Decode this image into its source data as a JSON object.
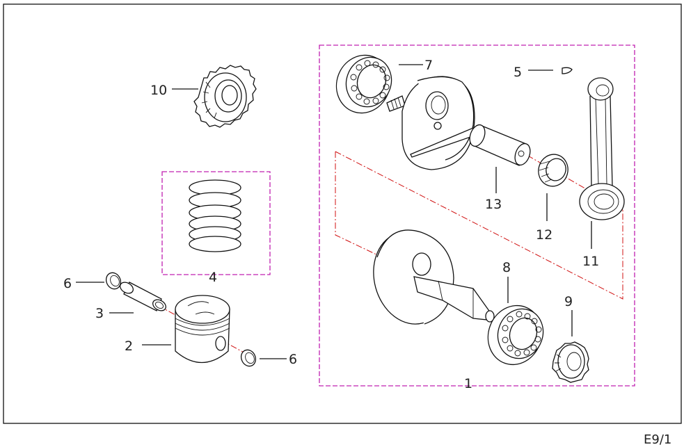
{
  "page_code": "E9/1",
  "labels": {
    "p1": "1",
    "p2": "2",
    "p3": "3",
    "p4": "4",
    "p5": "5",
    "p6a": "6",
    "p6b": "6",
    "p7": "7",
    "p8": "8",
    "p9": "9",
    "p10": "10",
    "p11": "11",
    "p12": "12",
    "p13": "13"
  },
  "colors": {
    "group_outline": "#c020b0",
    "center_line": "#d01010",
    "part_line": "#111111"
  }
}
